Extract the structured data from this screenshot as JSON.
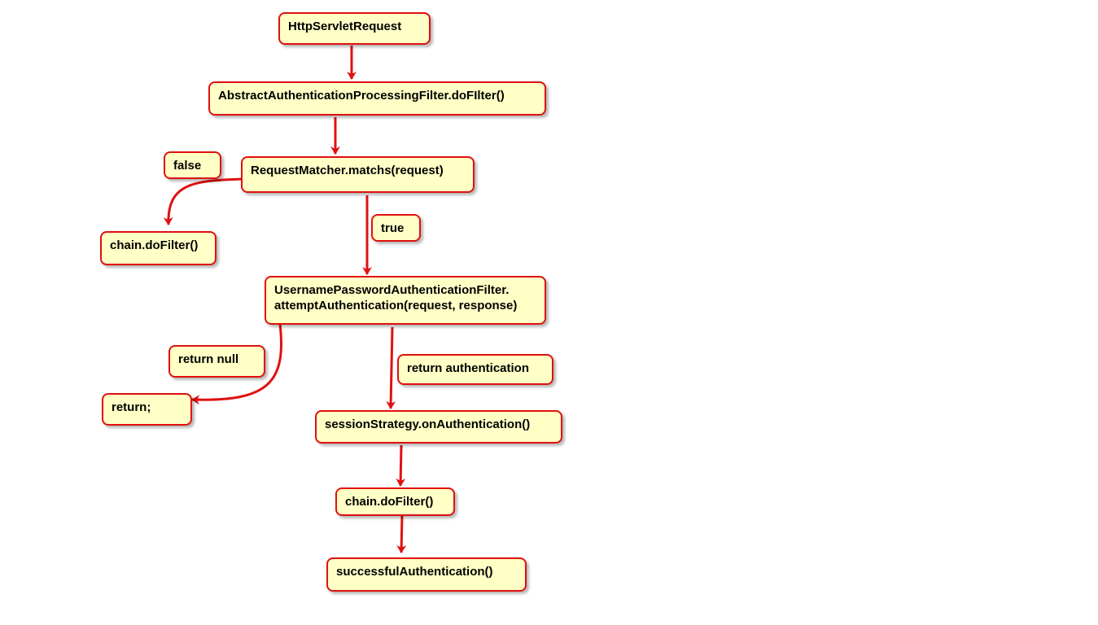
{
  "colors": {
    "node_fill": "#ffffc6",
    "node_border": "#e01010",
    "arrow": "#e01010"
  },
  "nodes": {
    "http_servlet_request": "HttpServletRequest",
    "abstract_do_filter": "AbstractAuthenticationProcessingFilter.doFIlter()",
    "request_matcher": "RequestMatcher.matchs(request)",
    "label_false": "false",
    "chain_do_filter_left": "chain.doFilter()",
    "label_true": "true",
    "attempt_authentication_line1": "UsernamePasswordAuthenticationFilter.",
    "attempt_authentication_line2": "attemptAuthentication(request, response)",
    "label_return_null": "return null",
    "return_stmt": "return;",
    "label_return_authentication": "return authentication",
    "session_strategy": "sessionStrategy.onAuthentication()",
    "chain_do_filter": "chain.doFilter()",
    "successful_authentication": "successfulAuthentication()"
  }
}
